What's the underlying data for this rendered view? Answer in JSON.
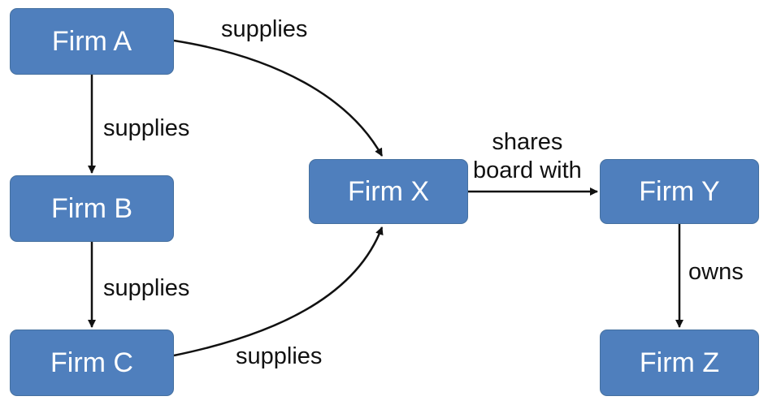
{
  "nodes": {
    "firm_a": "Firm A",
    "firm_b": "Firm B",
    "firm_c": "Firm C",
    "firm_x": "Firm X",
    "firm_y": "Firm Y",
    "firm_z": "Firm Z"
  },
  "edges": {
    "a_to_x": "supplies",
    "a_to_b": "supplies",
    "b_to_c": "supplies",
    "c_to_x": "supplies",
    "x_to_y_line1": "shares",
    "x_to_y_line2": "board with",
    "y_to_z": "owns"
  },
  "colors": {
    "node_fill": "#4f7fbd",
    "node_text": "#ffffff",
    "edge": "#111111"
  }
}
